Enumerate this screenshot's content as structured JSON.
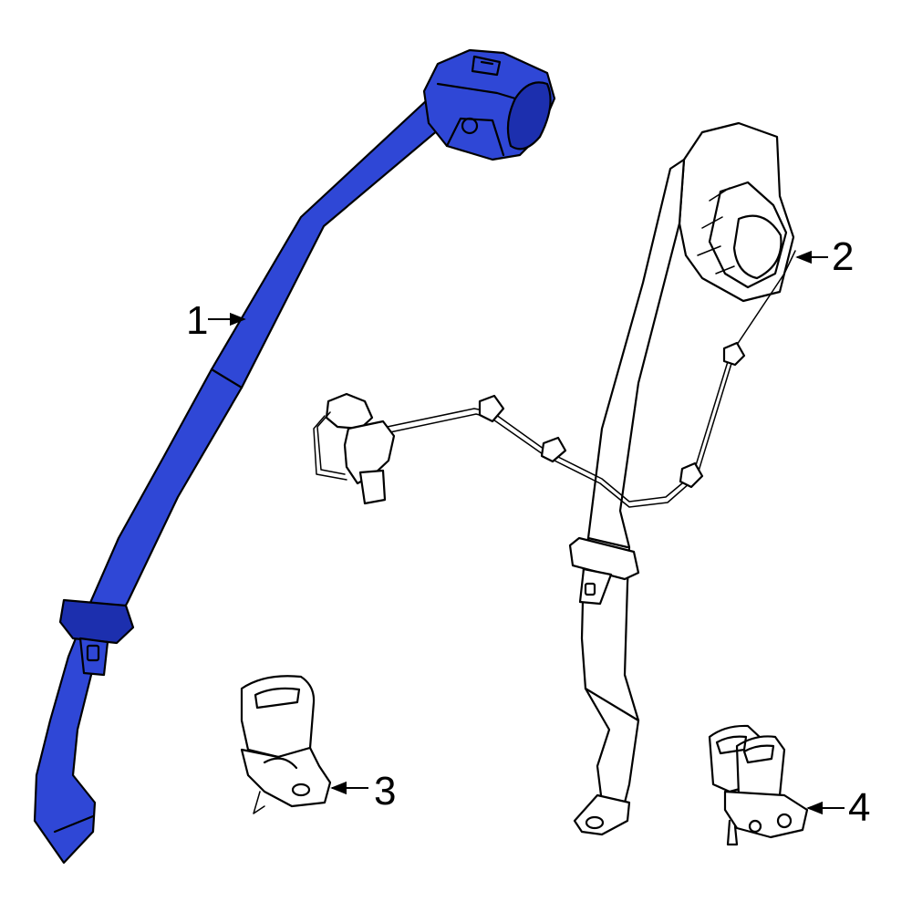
{
  "colors": {
    "highlight": "#2f47d6",
    "highlight_dark": "#1c2fae",
    "outline": "#000000",
    "background": "#ffffff"
  },
  "callouts": [
    {
      "id": "1",
      "label": "1"
    },
    {
      "id": "2",
      "label": "2"
    },
    {
      "id": "3",
      "label": "3"
    },
    {
      "id": "4",
      "label": "4"
    }
  ]
}
